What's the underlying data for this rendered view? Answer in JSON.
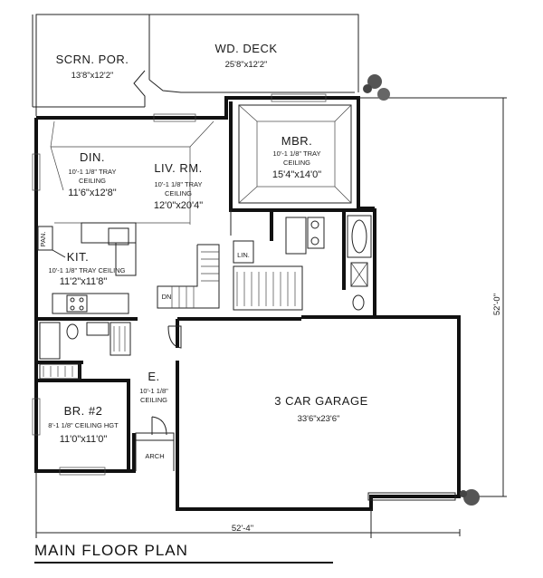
{
  "rooms": {
    "screen_porch": {
      "name": "SCRN. POR.",
      "size": "13'8\"x12'2\""
    },
    "deck": {
      "name": "WD. DECK",
      "size": "25'8\"x12'2\""
    },
    "master": {
      "name": "MBR.",
      "ceiling_1": "10'-1 1/8\" TRAY",
      "ceiling_2": "CEILING",
      "size": "15'4\"x14'0\""
    },
    "dining": {
      "name": "DIN.",
      "ceiling_1": "10'-1 1/8\" TRAY",
      "ceiling_2": "CEILING",
      "size": "11'6\"x12'8\""
    },
    "living": {
      "name": "LIV. RM.",
      "ceiling_1": "10'-1 1/8\" TRAY",
      "ceiling_2": "CEILING",
      "size": "12'0\"x20'4\""
    },
    "kitchen": {
      "name": "KIT.",
      "ceiling": "10'-1 1/8\" TRAY CEILING",
      "size": "11'2\"x11'8\""
    },
    "pantry": {
      "name": "PAN."
    },
    "laundry": {
      "name": "LIN."
    },
    "stair_dn": {
      "name": "DN"
    },
    "entry": {
      "name": "E.",
      "ceiling_1": "10'-1 1/8\"",
      "ceiling_2": "CEILING"
    },
    "bedroom2": {
      "name": "BR. #2",
      "ceiling": "8'-1 1/8\" CEILING HGT",
      "size": "11'0\"x11'0\""
    },
    "garage": {
      "name": "3 CAR GARAGE",
      "size": "33'6\"x23'6\""
    },
    "arch": {
      "name": "ARCH"
    }
  },
  "dimensions": {
    "width": "52'-4\"",
    "depth": "52'-0\""
  },
  "footer": {
    "title": "MAIN FLOOR PLAN"
  }
}
